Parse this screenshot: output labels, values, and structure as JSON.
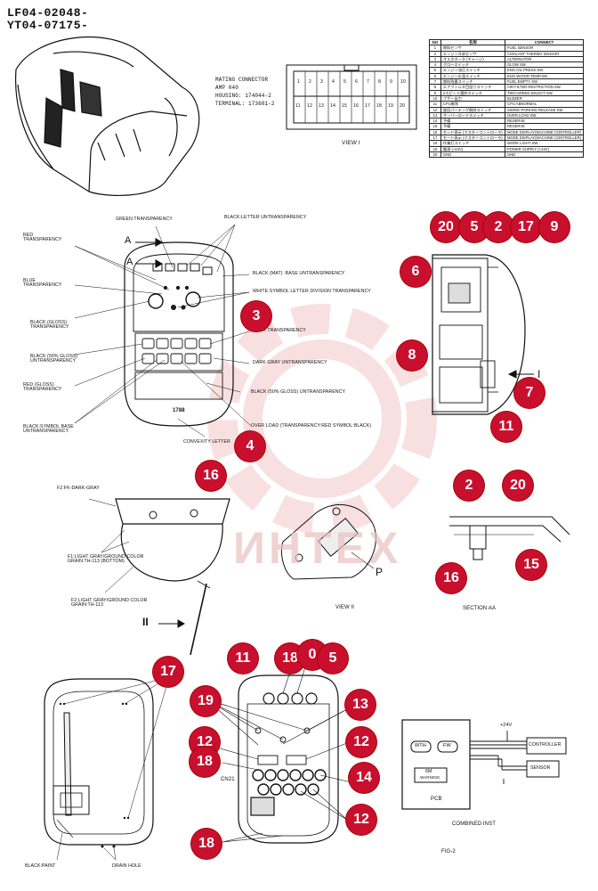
{
  "header": {
    "line1": "LF04-02048-",
    "line2": "YT04-07175-"
  },
  "mating_connector": {
    "title": "MATING CONNECTOR",
    "amp": "AMP 040",
    "housing": "HOUSING: 174044-2",
    "terminal": "TERMINAL: 173681-2"
  },
  "connector_pins": {
    "top": [
      "1",
      "2",
      "3",
      "4",
      "5",
      "6",
      "7",
      "8",
      "9",
      "10"
    ],
    "bottom": [
      "11",
      "12",
      "13",
      "14",
      "15",
      "16",
      "17",
      "18",
      "19",
      "20"
    ]
  },
  "view_labels": {
    "view1": "VIEW I",
    "view2": "VIEW II",
    "section": "SECTION AA",
    "fig": "FIG-2",
    "arrow_i": "I",
    "arrow_ii": "II",
    "point_p": "P"
  },
  "pin_table": {
    "headers": [
      "NO",
      "名称",
      "CONNECT"
    ],
    "rows": [
      [
        "1",
        "燃料センサ",
        "FUEL SENSOR"
      ],
      [
        "2",
        "エンジン冷却センサ",
        "COOLANT THERMO SENSOR"
      ],
      [
        "3",
        "オルタネータ (チャージ)",
        "ALTERNATOR"
      ],
      [
        "4",
        "グロースイッチ",
        "GLOW SW."
      ],
      [
        "5",
        "エンジン油圧スイッチ",
        "ENG.OIL PRESS.SW."
      ],
      [
        "6",
        "エンジン水温スイッチ",
        "ENG.WATER TEMP.SW."
      ],
      [
        "7",
        "燃料残量スイッチ",
        "FUEL EMPTY SW."
      ],
      [
        "8",
        "エアフィルタ目詰りスイッチ",
        "AIR FILTER RESTRICTION SW."
      ],
      [
        "9",
        "2スピード選択スイッチ",
        "TWO-SPEED SELECT SW."
      ],
      [
        "10",
        "ブザー出力",
        "BUZZER"
      ],
      [
        "11",
        "CPU異常",
        "CPU ABNORMAL"
      ],
      [
        "12",
        "旋回パーキング解除スイッチ",
        "SWING PARKING RELEASE SW."
      ],
      [
        "13",
        "オーバーロードスイッチ",
        "OVER LOAD SW."
      ],
      [
        "14",
        "予備",
        "RESERVE"
      ],
      [
        "15",
        "予備",
        "RESERVE"
      ],
      [
        "16",
        "モード表示 (マスターコントローラ)",
        "MODE DISPLAY(MACHINE CONTROLLER)"
      ],
      [
        "17",
        "モード表示 (マスターコントローラ)",
        "MODE DISPLAY(MACHINE CONTROLLER)"
      ],
      [
        "18",
        "作業灯スイッチ",
        "WORK LIGHT SW."
      ],
      [
        "19",
        "電源 (+24V)",
        "POWER SUPPLY (+24V)"
      ],
      [
        "20",
        "GND",
        "GND"
      ]
    ]
  },
  "panel_labels": {
    "green": "GREEN TRANSPARENCY",
    "black_letter": "BLACK:LETTER UNTRANSPARENCY",
    "red": "RED\nTRANSPARENCY",
    "blue": "BLUE\nTRANSPARENCY",
    "black_matt": "BLACK (MAT) :BASE UNTRANSPARENCY",
    "white_symbol": "WHITE:SYMBOL LETTER DIVISION TRANSPARENCY",
    "black_gloss": "BLACK (GLOSS)\nTRANSPARENCY",
    "amber": "AMBER TRANSPARENCY",
    "black_50": "BLACK (50% GLOSS)\nUNTRANSPARENCY",
    "dark_gray": "DARK GRAY UNTRANSPARENCY",
    "red_gloss": "RED (GLOSS)\nTRANSPARENCY",
    "black_50_base": "BLACK (50% GLOSS)  UNTRANSPARENCY",
    "black_symbol": "BLACK:SYMBOL BASE\nUNTRANSPARENCY",
    "over_load": "OVER LOAD (TRANSPARENCY:RED SYMBOL:BLACK)",
    "convexity": "CONVEXITY LETTER",
    "panel_code": "1788",
    "arrow_a": "A"
  },
  "cover_labels": {
    "f2_dark": "F2:FK-DARK-GRAY",
    "f1_light": "F1:LIGHT GRAY/GROUND COLOR\nGRAIN:TH-113 (BOTTOM)",
    "f2_light": "F2:LIGHT GRAY/GROUND COLOR\nGRAIN:TH-113"
  },
  "rear_labels": {
    "black_paint": "BLACK:PAINT",
    "drain_hole": "DRAIN HOLE",
    "cn21": "CN21"
  },
  "pcb": {
    "v24": "+24V",
    "btn_wth": "WTH",
    "btn_fw": "FW",
    "warning_code": "6M",
    "warning_text": "WARNING",
    "pcb_label": "PCB",
    "controller": "CONTROLLER",
    "sensor": "SENSOR",
    "combined": "COMBINED INST"
  },
  "callouts": {
    "c2a": "2",
    "c20a": "20",
    "c5a": "5",
    "c17a": "17",
    "c9": "9",
    "c6": "6",
    "c8": "8",
    "c7": "7",
    "c11a": "11",
    "c3": "3",
    "c4": "4",
    "c16a": "16",
    "c2b": "2",
    "c20b": "20",
    "c16b": "16",
    "c15": "15",
    "c17b": "17",
    "c11b": "11",
    "c18a": "18",
    "c20c": "0",
    "c5b": "5",
    "c19": "19",
    "c13": "13",
    "c12a": "12",
    "c12b": "12",
    "c18b": "18",
    "c14": "14",
    "c12c": "12",
    "c18c": "18"
  },
  "colors": {
    "callout": "#c8102e",
    "watermark": "#f4c7c7",
    "ink": "#111111"
  },
  "watermark": {
    "text": "ИНТЕХ"
  }
}
